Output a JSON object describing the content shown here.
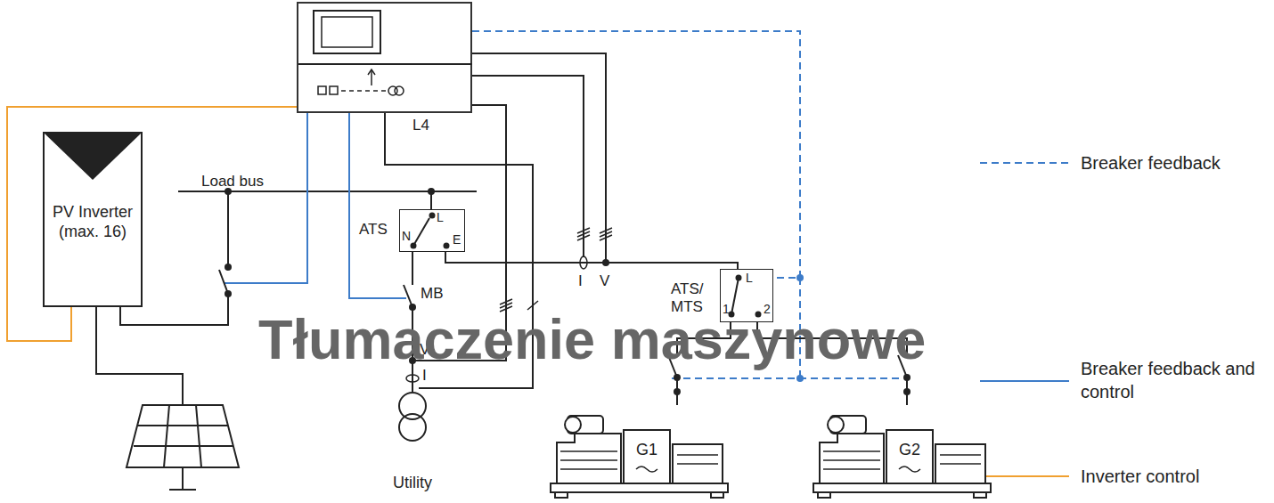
{
  "diagram": {
    "nodes": [
      {
        "text": [
          "L4"
        ]
      },
      {
        "text": [
          "PV Inverter (max. 16)"
        ]
      },
      {
        "text": [
          "ATS",
          "L",
          "N",
          "E"
        ]
      },
      {
        "text": [
          "ATS/ MTS",
          "L",
          "1",
          "2"
        ]
      },
      {
        "text": [
          "G1"
        ]
      },
      {
        "text": [
          "G2"
        ]
      },
      {
        "text": [
          "Utility"
        ]
      }
    ],
    "edges": [
      {
        "from": 0,
        "to": 1,
        "arrow": "none"
      },
      {
        "from": 0,
        "to": 3,
        "arrow": "none"
      },
      {
        "from": 2,
        "to": 3,
        "arrow": "none"
      },
      {
        "from": 2,
        "to": 6,
        "arrow": "none"
      },
      {
        "from": 3,
        "to": 4,
        "arrow": "none"
      },
      {
        "from": 3,
        "to": 5,
        "arrow": "none"
      }
    ],
    "labels": [
      "Load bus",
      "MB",
      "V",
      "I",
      "I",
      "V",
      "Tłumaczenie maszynowe"
    ],
    "legend": [
      {
        "text": "Breaker feedback"
      },
      {
        "text": "Breaker feedback and control"
      },
      {
        "text": "Inverter control"
      }
    ]
  }
}
